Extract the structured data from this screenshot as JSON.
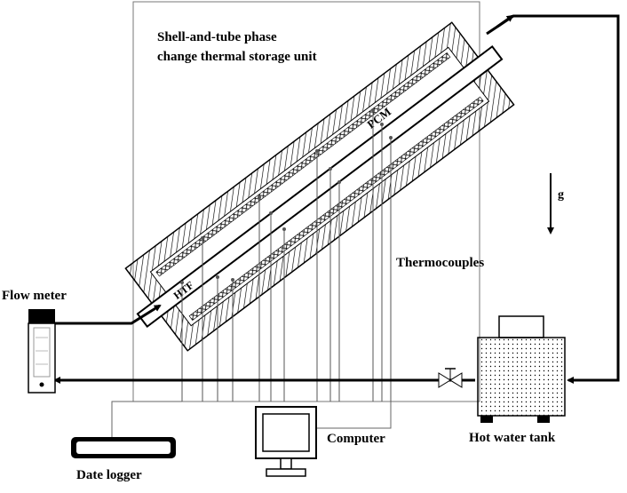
{
  "labels": {
    "unit_title_line1": "Shell-and-tube phase",
    "unit_title_line2": "change thermal storage unit",
    "pcm": "PCM",
    "htf": "HTF",
    "gravity": "g",
    "thermocouples": "Thermocouples",
    "flow_meter": "Flow meter",
    "hot_water_tank": "Hot water tank",
    "computer": "Computer",
    "data_logger": "Date logger"
  },
  "colors": {
    "line": "#000000",
    "thin_line": "#555555",
    "frame": "#777777",
    "tank_fill": "#f4f4f4"
  }
}
